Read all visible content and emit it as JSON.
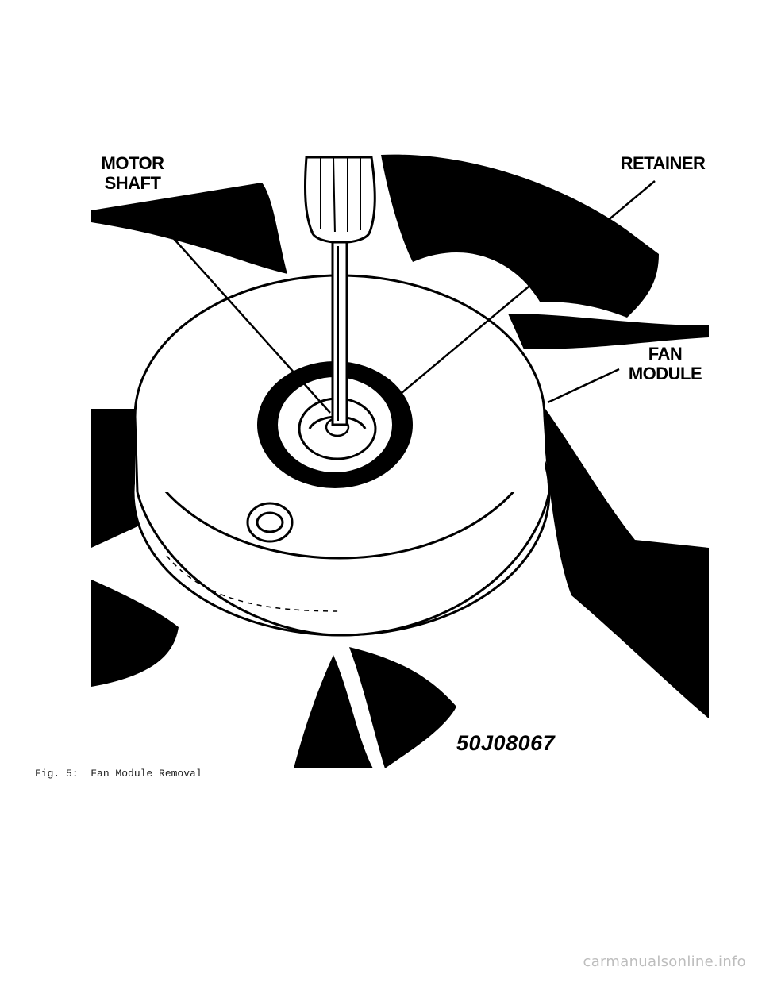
{
  "figure": {
    "callouts": {
      "motor_shaft": [
        "MOTOR",
        "SHAFT"
      ],
      "retainer": "RETAINER",
      "fan_module": [
        "FAN",
        "MODULE"
      ]
    },
    "figure_code": "50J08067"
  },
  "caption": "Fig. 5:  Fan Module Removal",
  "watermark": "carmanualsonline.info"
}
